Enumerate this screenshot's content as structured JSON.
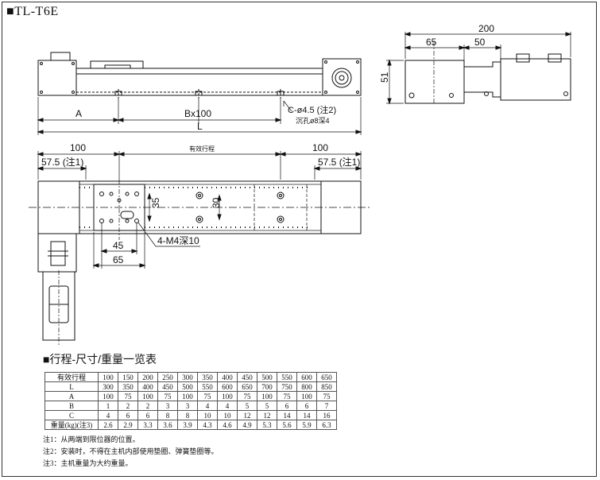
{
  "title": "■TL-T6E",
  "side_view": {
    "dim_a": "A",
    "dim_bx": "Bx100",
    "dim_l": "L",
    "hole_note_1": "C-ø4.5 (注2)",
    "hole_note_2": "沉孔ø8深4"
  },
  "end_view": {
    "dim_200": "200",
    "dim_65": "65",
    "dim_50": "50",
    "dim_51": "51"
  },
  "top_view": {
    "dim_100_left": "100",
    "dim_100_right": "100",
    "stroke_label": "有效行程",
    "dim_57_5_left": "57.5 (注1)",
    "dim_57_5_right": "57.5 (注1)",
    "dim_35": "35",
    "dim_30": "30",
    "dim_45": "45",
    "dim_65": "65",
    "screw_note": "4-M4深10"
  },
  "table": {
    "heading": "■行程-尺寸/重量一览表",
    "rows": [
      {
        "label": "有效行程",
        "values": [
          "100",
          "150",
          "200",
          "250",
          "300",
          "350",
          "400",
          "450",
          "500",
          "550",
          "600",
          "650"
        ]
      },
      {
        "label": "L",
        "values": [
          "300",
          "350",
          "400",
          "450",
          "500",
          "550",
          "600",
          "650",
          "700",
          "750",
          "800",
          "850"
        ]
      },
      {
        "label": "A",
        "values": [
          "100",
          "75",
          "100",
          "75",
          "100",
          "75",
          "100",
          "75",
          "100",
          "75",
          "100",
          "75"
        ]
      },
      {
        "label": "B",
        "values": [
          "1",
          "2",
          "2",
          "3",
          "3",
          "4",
          "4",
          "5",
          "5",
          "6",
          "6",
          "7"
        ]
      },
      {
        "label": "C",
        "values": [
          "4",
          "6",
          "6",
          "8",
          "8",
          "10",
          "10",
          "12",
          "12",
          "14",
          "14",
          "16"
        ]
      },
      {
        "label": "重量(kg)(注3)",
        "values": [
          "2.6",
          "2.9",
          "3.3",
          "3.6",
          "3.9",
          "4.3",
          "4.6",
          "4.9",
          "5.3",
          "5.6",
          "5.9",
          "6.3"
        ]
      }
    ]
  },
  "notes": [
    "注1：从两端到限位器的位置。",
    "注2：安装时，不得在主机内部使用垫圈、弹簧垫圈等。",
    "注3：主机重量为大约重量。"
  ]
}
